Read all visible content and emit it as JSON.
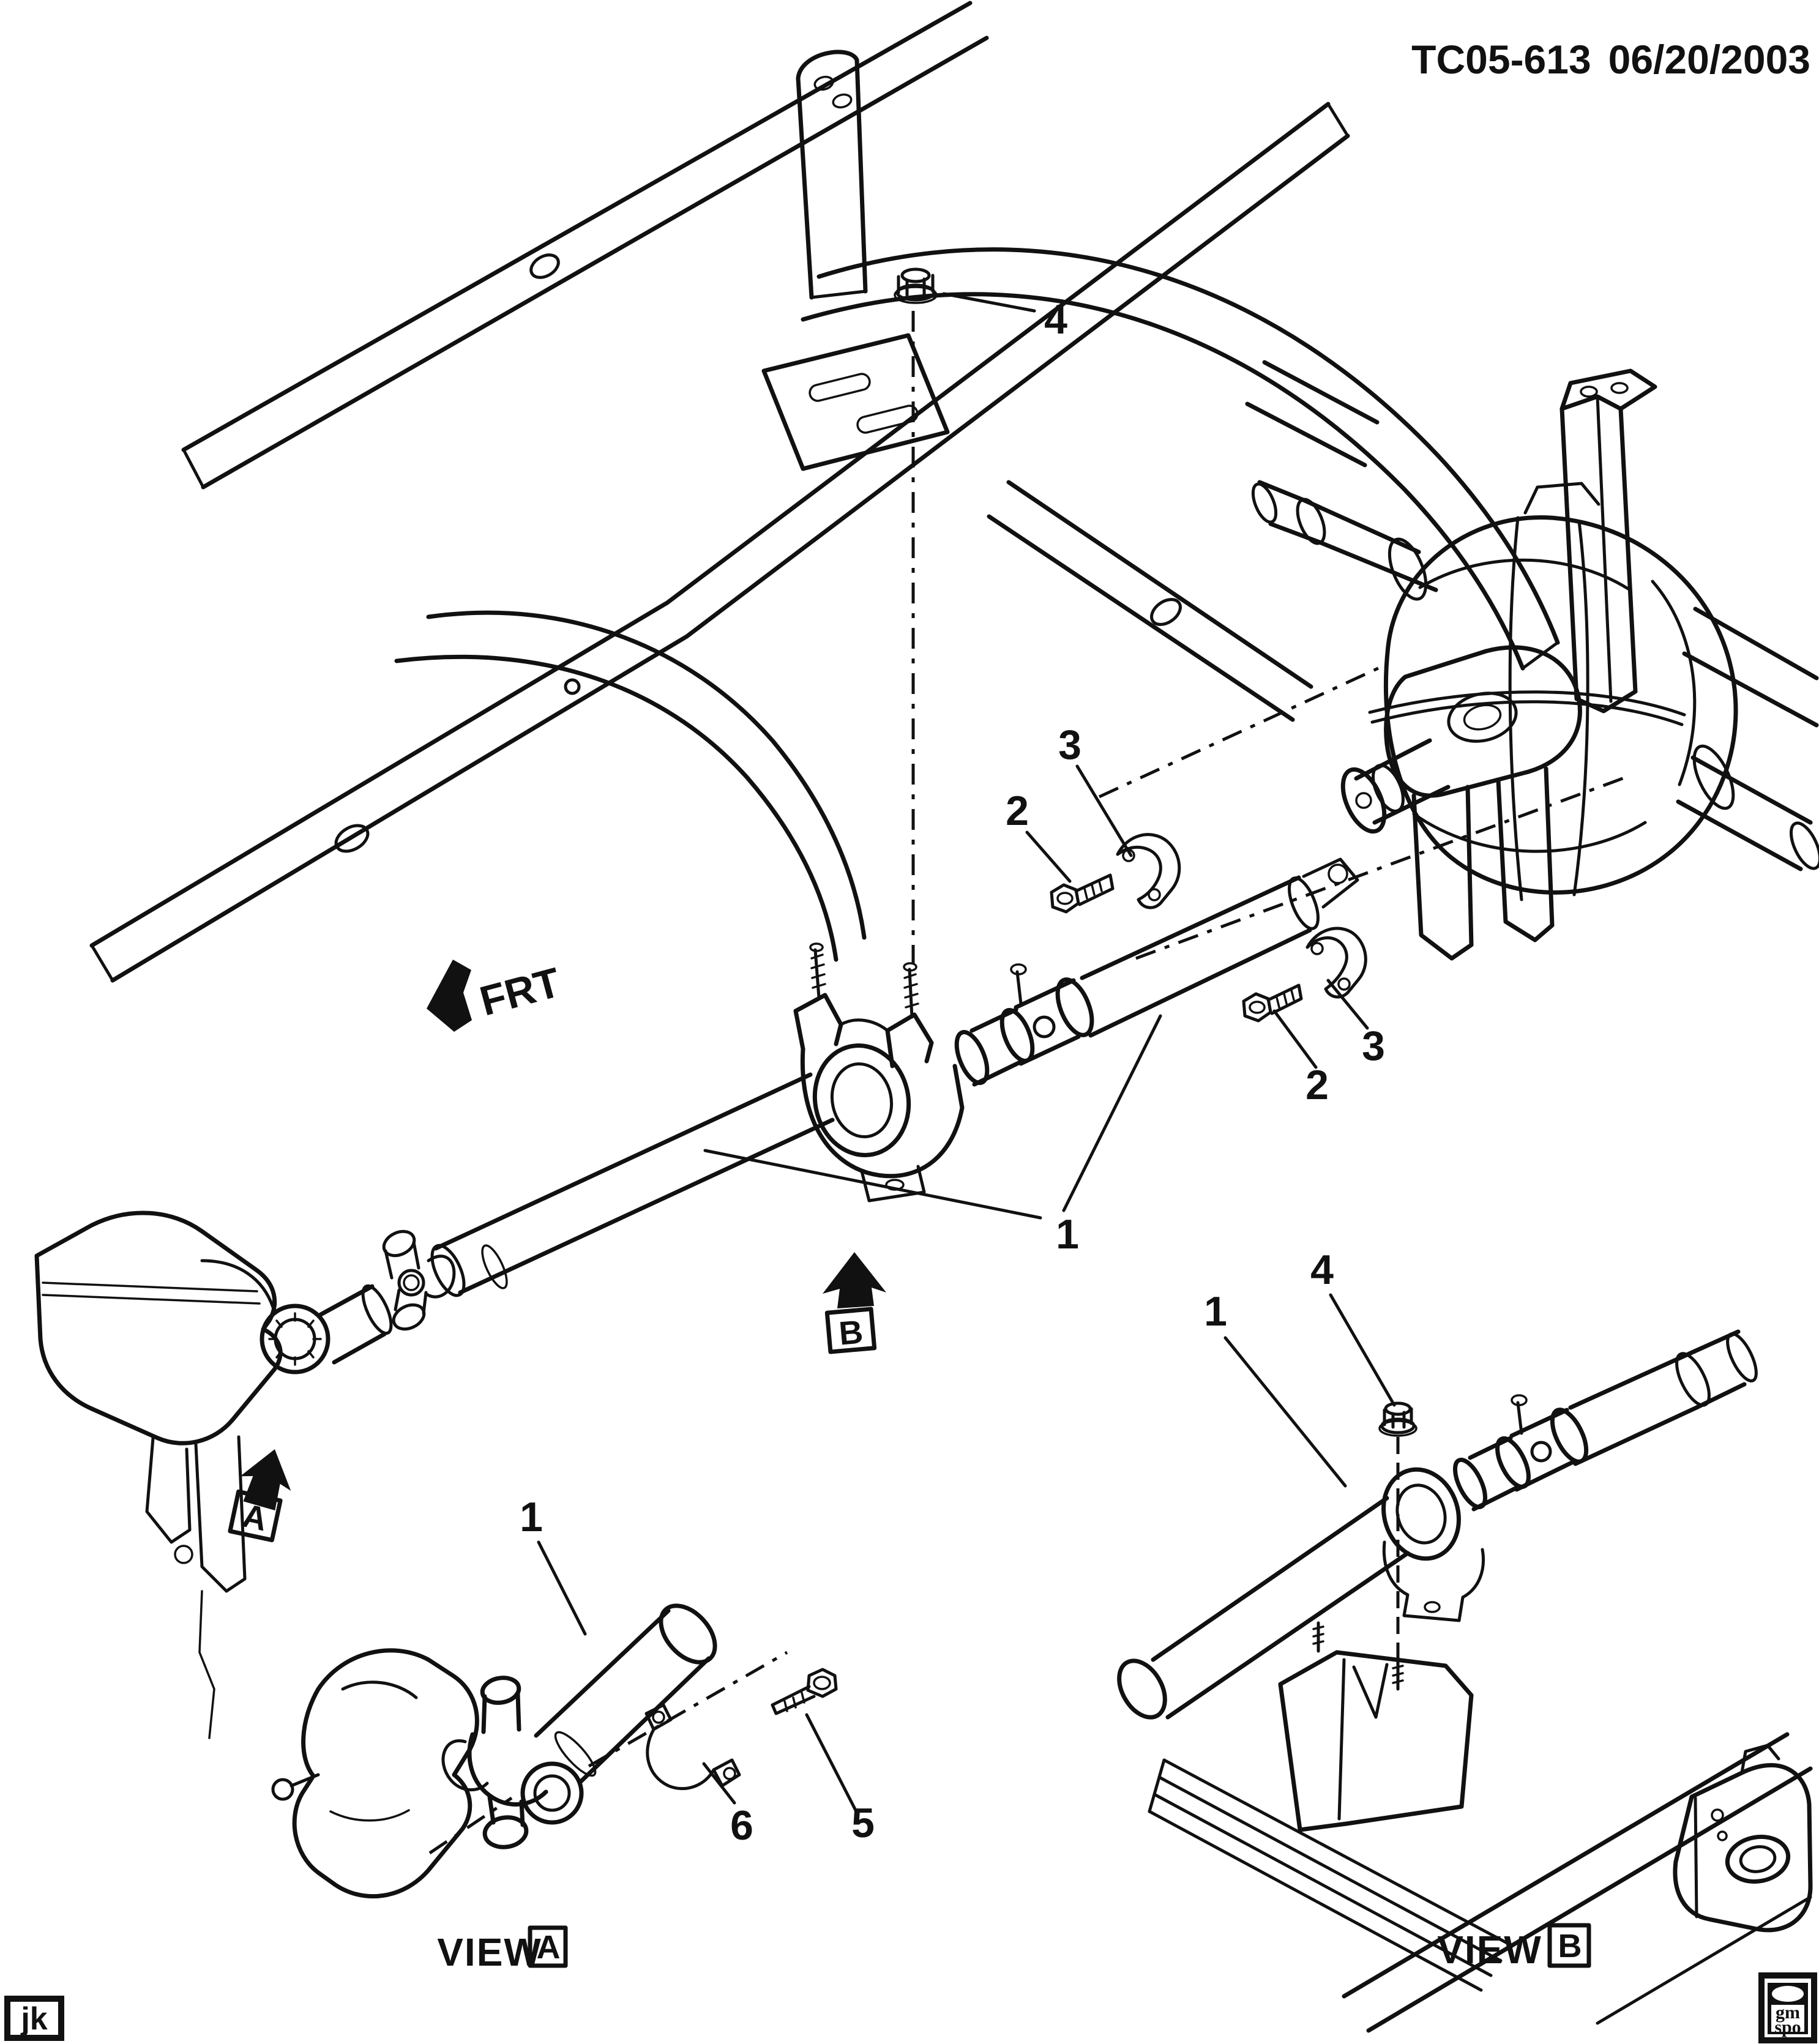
{
  "header": {
    "document_code": "TC05-613",
    "date": "06/20/2003"
  },
  "direction": {
    "front_label": "FRT"
  },
  "main_view": {
    "callouts": [
      {
        "part": "4"
      },
      {
        "part": "3"
      },
      {
        "part": "2"
      },
      {
        "part": "1"
      },
      {
        "part": "2"
      },
      {
        "part": "3"
      }
    ],
    "section_arrows": [
      {
        "letter": "A"
      },
      {
        "letter": "B"
      }
    ]
  },
  "detail_views": [
    {
      "title": "VIEW",
      "letter": "A",
      "callouts": [
        {
          "part": "1"
        },
        {
          "part": "6"
        },
        {
          "part": "5"
        }
      ]
    },
    {
      "title": "VIEW",
      "letter": "B",
      "callouts": [
        {
          "part": "1"
        },
        {
          "part": "4"
        }
      ]
    }
  ],
  "corner_marks": {
    "artist_initials": "jk",
    "logo": {
      "line1": "gm",
      "line2": "spo"
    }
  },
  "icons": {
    "frt_arrow": "solid-arrow-pointing-front-left",
    "view_a_arrow": "solid-up-arrow",
    "view_b_arrow": "solid-up-arrow"
  },
  "colors": {
    "ink": "#111111",
    "paper": "#ffffff"
  }
}
